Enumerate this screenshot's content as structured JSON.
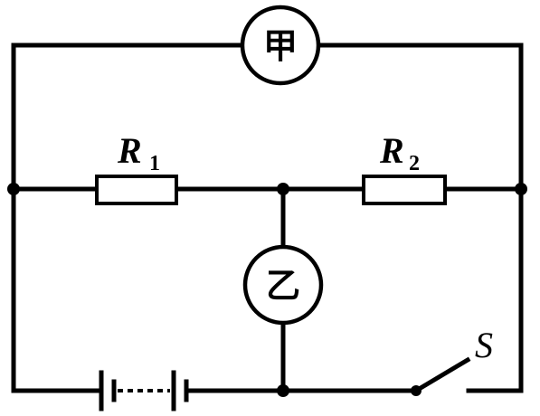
{
  "diagram": {
    "meters": {
      "top": {
        "label": "甲"
      },
      "middle": {
        "label": "乙"
      }
    },
    "resistors": [
      {
        "name": "R",
        "subscript": "1"
      },
      {
        "name": "R",
        "subscript": "2"
      }
    ],
    "switch": {
      "label": "S"
    }
  }
}
